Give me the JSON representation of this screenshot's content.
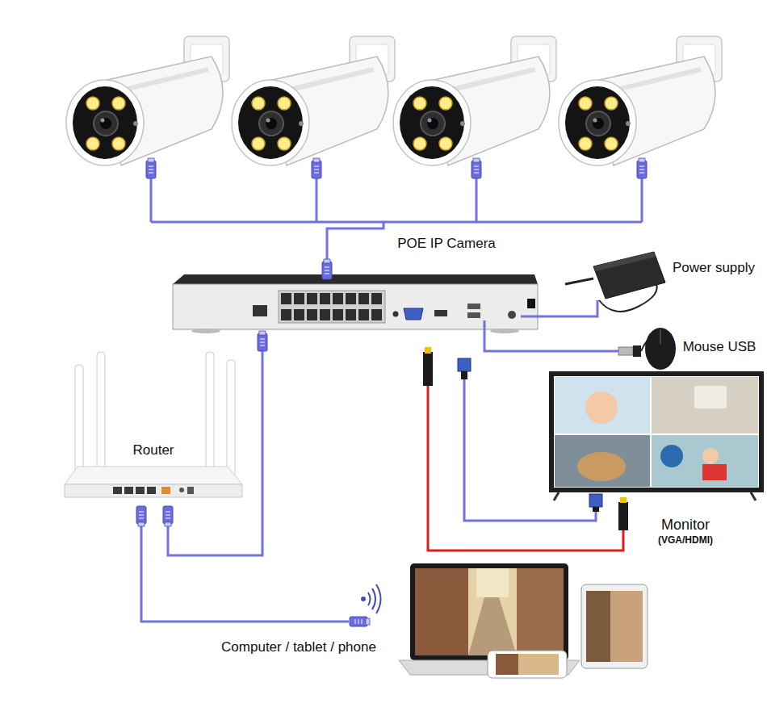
{
  "diagram": {
    "nodes": [
      {
        "text": [
          "POE IP Camera"
        ]
      },
      {
        "text": [
          "Power supply"
        ]
      },
      {
        "text": [
          "Mouse USB"
        ]
      },
      {
        "text": [
          "Router"
        ]
      },
      {
        "text": [
          "Monitor",
          "(VGA/HDMI)"
        ]
      },
      {
        "text": [
          "Computer / tablet / phone"
        ]
      }
    ]
  }
}
